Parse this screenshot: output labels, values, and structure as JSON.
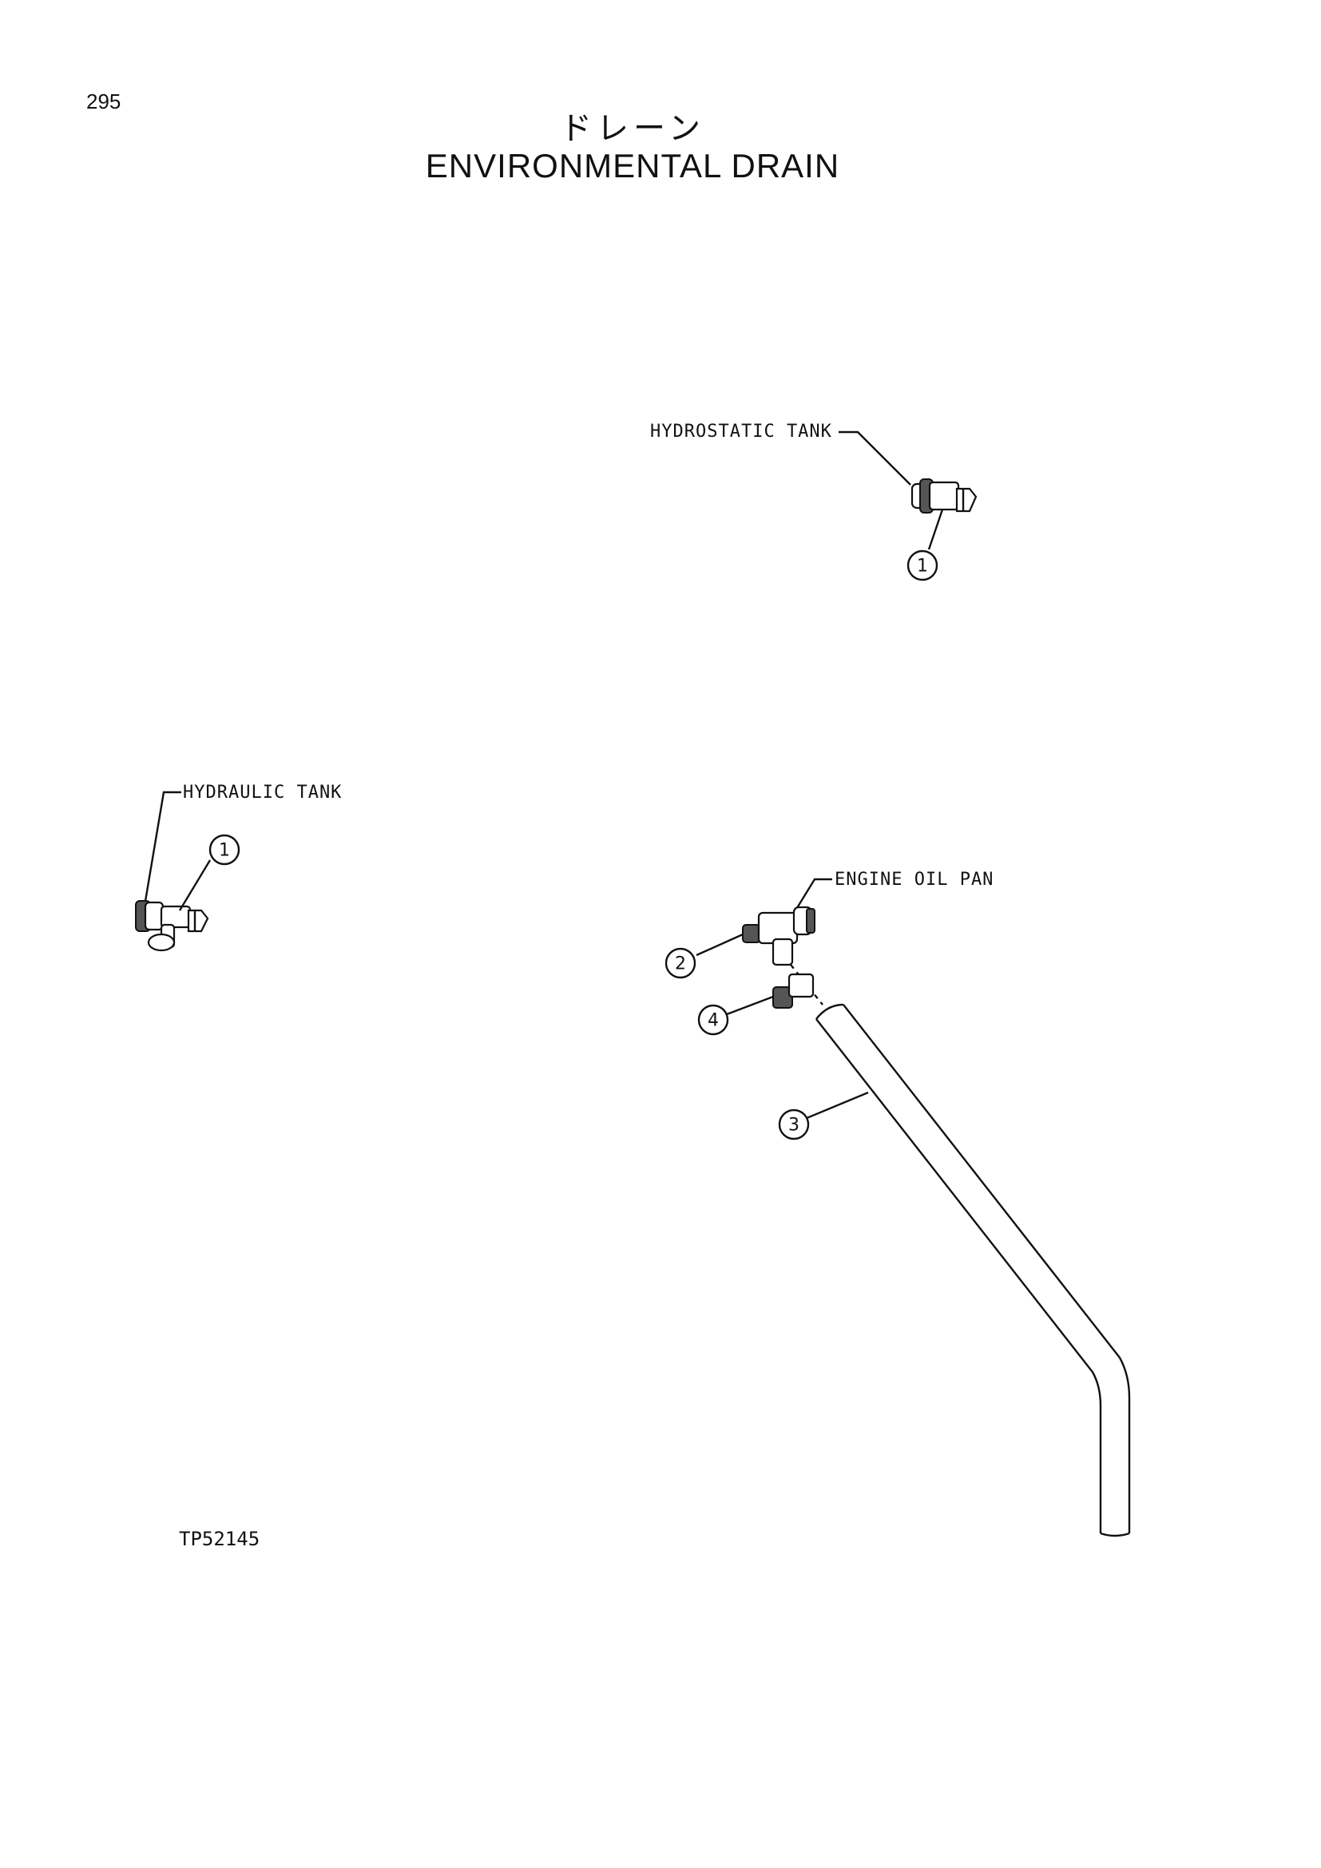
{
  "page": {
    "page_number": "295",
    "title_japanese": "ドレーン",
    "title_english": "ENVIRONMENTAL DRAIN",
    "drawing_code": "TP52145"
  },
  "callouts": {
    "hydrostatic_tank": "HYDROSTATIC TANK",
    "hydraulic_tank": "HYDRAULIC TANK",
    "engine_oil_pan": "ENGINE OIL PAN"
  },
  "part_numbers": {
    "drain_valve_top": "1",
    "drain_valve_left": "1",
    "adapter": "2",
    "hose": "3",
    "clamp": "4"
  }
}
